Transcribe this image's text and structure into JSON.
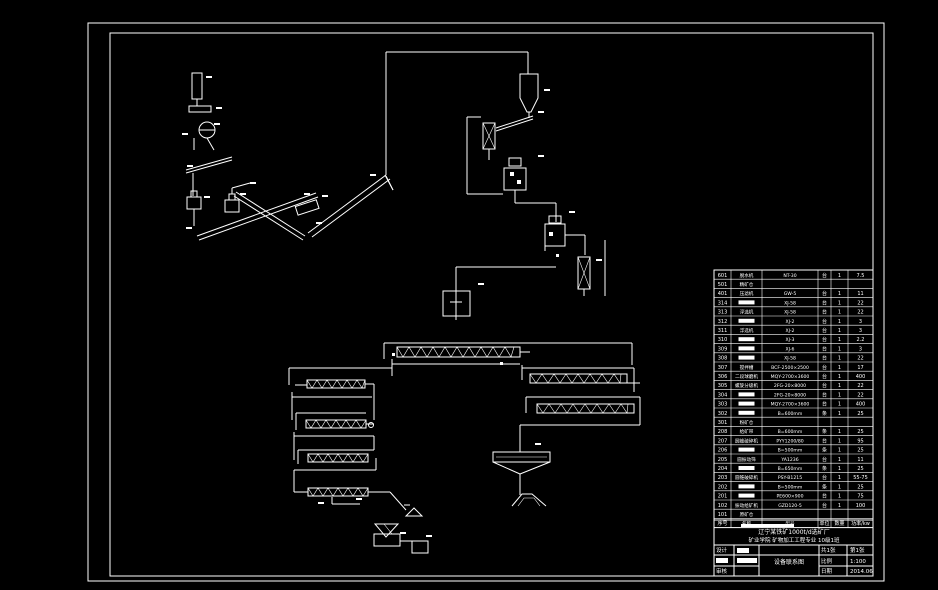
{
  "equipment_list": {
    "rows": [
      {
        "no": "601",
        "name": "脱水机",
        "model": "NT-30",
        "unit": "台",
        "qty": "1",
        "power": "7.5"
      },
      {
        "no": "501",
        "name": "精矿仓",
        "model": "",
        "unit": "",
        "qty": "",
        "power": ""
      },
      {
        "no": "401",
        "name": "压滤机",
        "model": "GW-5",
        "unit": "台",
        "qty": "1",
        "power": "11"
      },
      {
        "no": "314",
        "name": "",
        "model": "XJ-58",
        "unit": "台",
        "qty": "1",
        "power": "22"
      },
      {
        "no": "313",
        "name": "浮选机",
        "model": "XJ-58",
        "unit": "台",
        "qty": "1",
        "power": "22"
      },
      {
        "no": "312",
        "name": "",
        "model": "XJ-2",
        "unit": "台",
        "qty": "1",
        "power": "3"
      },
      {
        "no": "311",
        "name": "浮选机",
        "model": "XJ-2",
        "unit": "台",
        "qty": "1",
        "power": "3"
      },
      {
        "no": "310",
        "name": "",
        "model": "XJ-3",
        "unit": "台",
        "qty": "1",
        "power": "2.2"
      },
      {
        "no": "309",
        "name": "",
        "model": "XJ-6",
        "unit": "台",
        "qty": "1",
        "power": "3"
      },
      {
        "no": "308",
        "name": "",
        "model": "XJ-58",
        "unit": "台",
        "qty": "1",
        "power": "22"
      },
      {
        "no": "307",
        "name": "搅拌槽",
        "model": "BCF-2500×2500",
        "unit": "台",
        "qty": "1",
        "power": "17"
      },
      {
        "no": "306",
        "name": "二段球磨机",
        "model": "MQY-2700×3600",
        "unit": "台",
        "qty": "1",
        "power": "400"
      },
      {
        "no": "305",
        "name": "螺旋分级机",
        "model": "2FG-20×8000",
        "unit": "台",
        "qty": "1",
        "power": "22"
      },
      {
        "no": "304",
        "name": "",
        "model": "2FG-20×8000",
        "unit": "台",
        "qty": "1",
        "power": "22"
      },
      {
        "no": "303",
        "name": "",
        "model": "MQY-2700×3600",
        "unit": "台",
        "qty": "1",
        "power": "400"
      },
      {
        "no": "302",
        "name": "",
        "model": "B=600mm",
        "unit": "条",
        "qty": "1",
        "power": "25"
      },
      {
        "no": "301",
        "name": "粉矿仓",
        "model": "",
        "unit": "",
        "qty": "",
        "power": ""
      },
      {
        "no": "208",
        "name": "给矿带",
        "model": "B=600mm",
        "unit": "条",
        "qty": "1",
        "power": "25"
      },
      {
        "no": "207",
        "name": "圆锥破碎机",
        "model": "PYY1200/80",
        "unit": "台",
        "qty": "1",
        "power": "95"
      },
      {
        "no": "206",
        "name": "",
        "model": "B=500mm",
        "unit": "条",
        "qty": "1",
        "power": "25"
      },
      {
        "no": "205",
        "name": "圆振动筛",
        "model": "YA1236",
        "unit": "台",
        "qty": "1",
        "power": "11"
      },
      {
        "no": "204",
        "name": "",
        "model": "B=650mm",
        "unit": "条",
        "qty": "1",
        "power": "25"
      },
      {
        "no": "203",
        "name": "圆锥破碎机",
        "model": "PSY-B1215",
        "unit": "台",
        "qty": "1",
        "power": "55-75"
      },
      {
        "no": "202",
        "name": "",
        "model": "B=500mm",
        "unit": "条",
        "qty": "1",
        "power": "25"
      },
      {
        "no": "201",
        "name": "",
        "model": "PE600×900",
        "unit": "台",
        "qty": "1",
        "power": "75"
      },
      {
        "no": "102",
        "name": "振动给矿机",
        "model": "GZD120-5",
        "unit": "台",
        "qty": "1",
        "power": "100"
      },
      {
        "no": "101",
        "name": "原矿仓",
        "model": "",
        "unit": "",
        "qty": "",
        "power": ""
      }
    ],
    "header": {
      "no": "序号",
      "name": "名称",
      "model": "型号",
      "unit": "单位",
      "qty": "数量",
      "power": "功率/kw"
    }
  },
  "title_block": {
    "project_line1": "辽宁某铁矿1000t/d选矿厂",
    "project_line2": "矿业学院 矿物加工工程专业 10级1班",
    "drawing_title": "设备联系图",
    "labels": {
      "design": "设计",
      "proofread": "审核",
      "sheet_count": "共1张",
      "sheet_no": "第1张",
      "scale_label": "比例",
      "date_label": "日期"
    },
    "scale": "1:100",
    "date": "2014.06"
  },
  "colors": {
    "background": "#000000",
    "line": "#ffffff"
  }
}
